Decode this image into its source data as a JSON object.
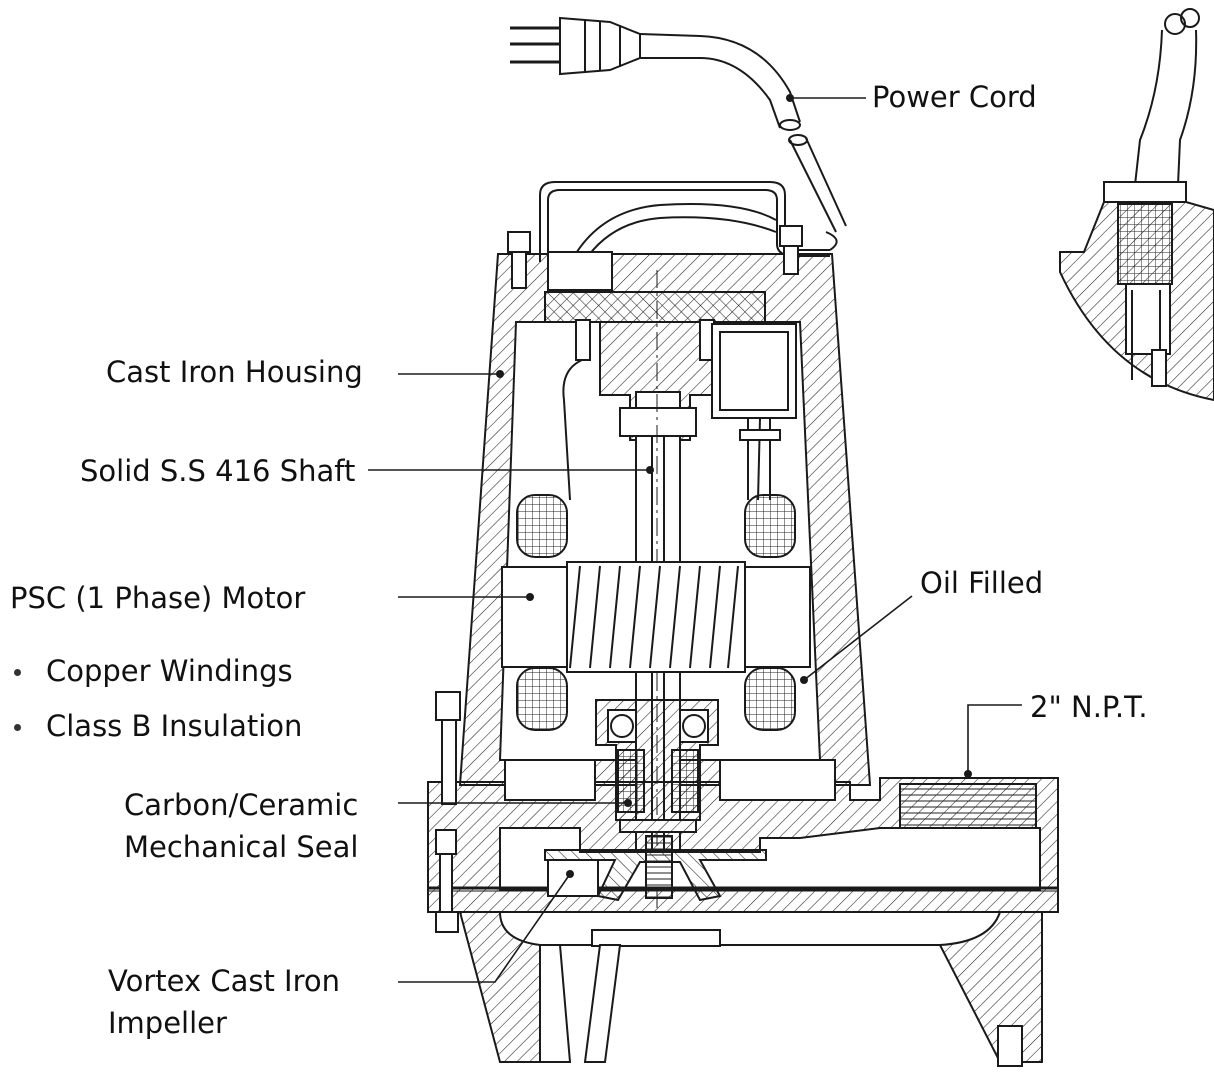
{
  "labels": {
    "power_cord": "Power Cord",
    "housing": "Cast Iron Housing",
    "shaft": "Solid S.S 416 Shaft",
    "motor": "PSC (1 Phase) Motor",
    "oil": "Oil Filled",
    "windings": "Copper Windings",
    "insulation": "Class B Insulation",
    "npt": "2\" N.P.T.",
    "seal_line1": "Carbon/Ceramic",
    "seal_line2": "Mechanical Seal",
    "impeller_line1": "Vortex Cast Iron",
    "impeller_line2": "Impeller"
  },
  "colors": {
    "stroke": "#1a1a1a",
    "background": "#ffffff"
  }
}
